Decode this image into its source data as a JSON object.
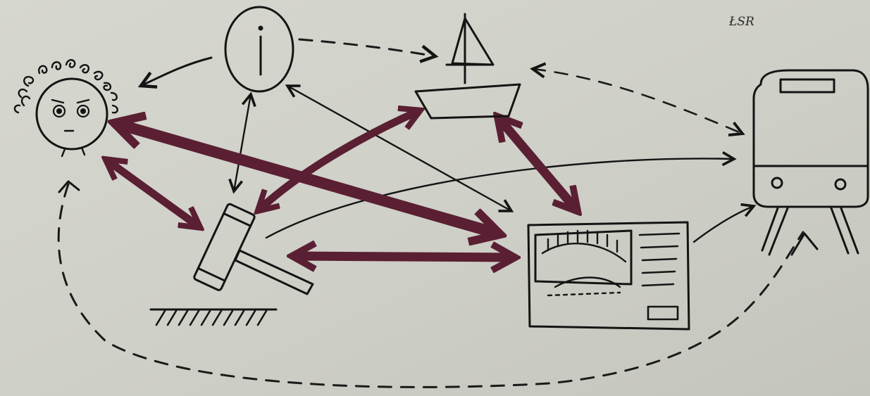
{
  "diagram": {
    "corner_label": "ŁSR",
    "nodes": [
      {
        "id": "person",
        "icon": "stressed-person-icon"
      },
      {
        "id": "info",
        "icon": "info-icon",
        "text": "i"
      },
      {
        "id": "ship",
        "icon": "sailing-ship-icon"
      },
      {
        "id": "train",
        "icon": "train-icon"
      },
      {
        "id": "court",
        "icon": "gavel-icon"
      },
      {
        "id": "control",
        "icon": "control-panel-icon"
      }
    ],
    "colors": {
      "paper": "#cfd0c8",
      "ink": "#141414",
      "strong_link": "#5a1f33"
    }
  }
}
